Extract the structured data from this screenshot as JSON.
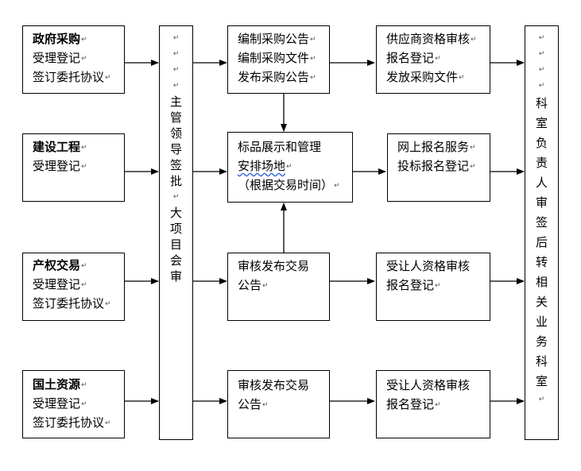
{
  "para_mark": "↵",
  "sources": [
    {
      "title": "政府采购",
      "lines": [
        "受理登记",
        "签订委托协议"
      ]
    },
    {
      "title": "建设工程",
      "lines": [
        "受理登记"
      ]
    },
    {
      "title": "产权交易",
      "lines": [
        "受理登记",
        "签订委托协议"
      ]
    },
    {
      "title": "国土资源",
      "lines": [
        "受理登记",
        "签订委托协议"
      ]
    }
  ],
  "approval_column": {
    "part1": [
      "主",
      "管",
      "领",
      "导",
      "签",
      "批"
    ],
    "part2": [
      "大",
      "项",
      "目",
      "会",
      "审"
    ]
  },
  "middle": [
    {
      "lines": [
        "编制采购公告",
        "编制采购文件",
        "发布采购公告"
      ]
    },
    {
      "lines": [
        "标品展示和管理",
        "安排场地",
        "（根据交易时间）"
      ]
    },
    {
      "lines": [
        "审核发布交易",
        "公告"
      ]
    },
    {
      "lines": [
        "审核发布交易",
        "公告"
      ]
    }
  ],
  "right": [
    {
      "lines": [
        "供应商资格审核",
        "报名登记",
        "发放采购文件"
      ]
    },
    {
      "lines": [
        "网上报名服务",
        "投标报名登记"
      ]
    },
    {
      "lines": [
        "受让人资格审核",
        "报名登记"
      ]
    },
    {
      "lines": [
        "受让人资格审核",
        "报名登记"
      ]
    }
  ],
  "final_column": {
    "chars": [
      "科",
      "室",
      "负",
      "责",
      "人",
      "审",
      "签",
      "后",
      "转",
      "相",
      "关",
      "业",
      "务",
      "科",
      "室"
    ]
  }
}
